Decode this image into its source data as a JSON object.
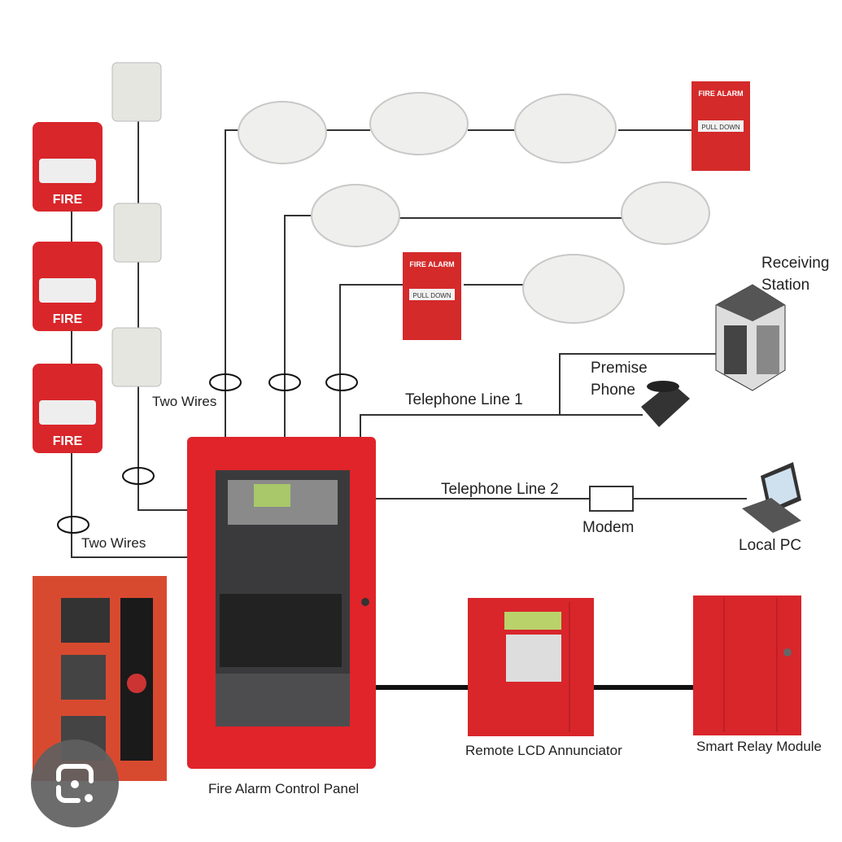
{
  "labels": {
    "two_wires_top": "Two Wires",
    "two_wires_bottom": "Two Wires",
    "telephone_line_1": "Telephone Line 1",
    "telephone_line_2": "Telephone Line 2",
    "premise_phone_1": "Premise",
    "premise_phone_2": "Phone",
    "receiving_station_1": "Receiving",
    "receiving_station_2": "Station",
    "modem": "Modem",
    "local_pc": "Local PC",
    "remote_lcd_annunciator": "Remote LCD Annunciator",
    "smart_relay_module": "Smart Relay Module",
    "fire_alarm_control_panel": "Fire Alarm Control Panel"
  },
  "device_text": {
    "strobe": "FIRE",
    "pull_station_top": "FIRE ALARM",
    "pull_station_handle": "PULL DOWN"
  },
  "colors": {
    "device_red": "#d9262b",
    "panel_red": "#e0242a",
    "wire": "#333333",
    "lens_button": "#5f5f5f"
  }
}
